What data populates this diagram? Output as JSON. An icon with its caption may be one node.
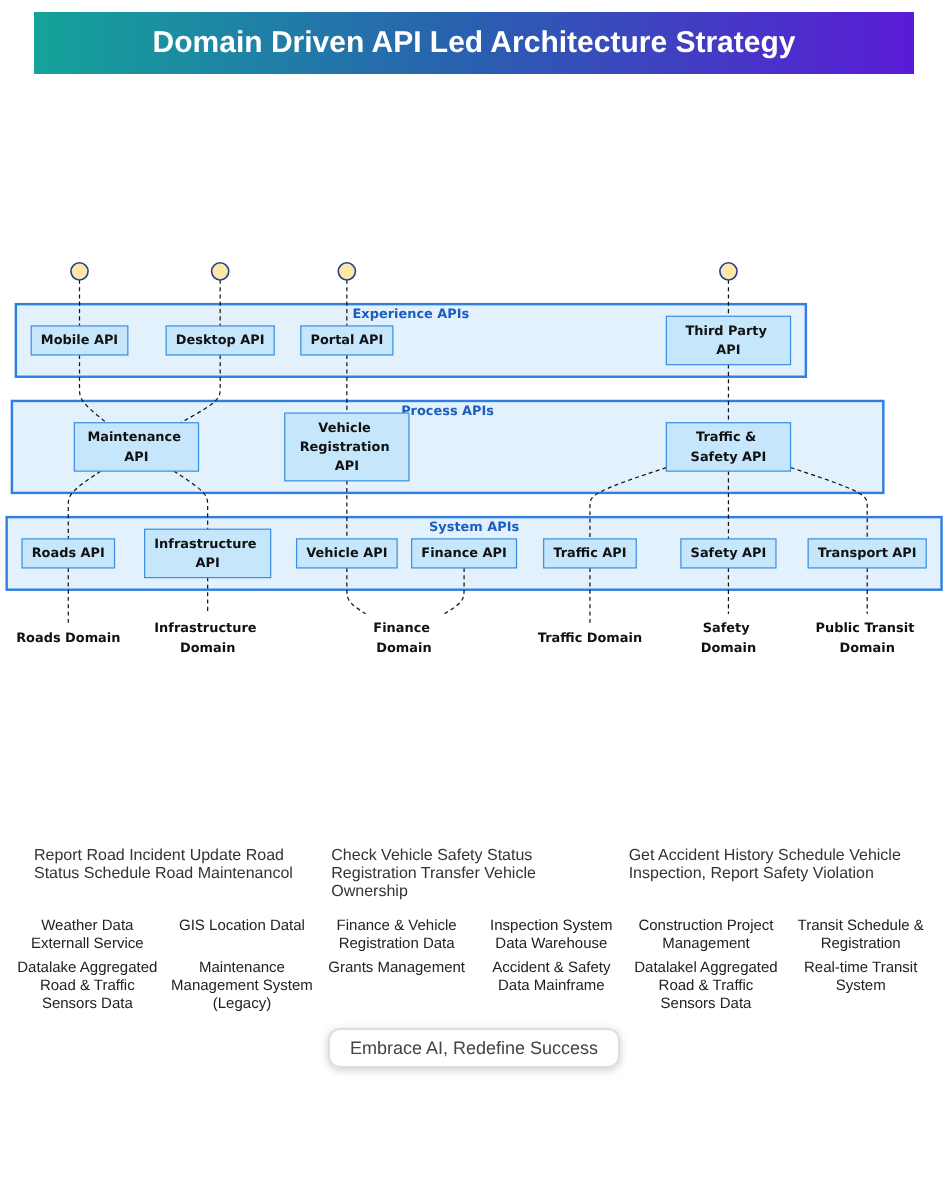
{
  "diagram": {
    "title": "Domain Driven API Led Architecture Strategy",
    "nodes": [
      {
        "text": [],
        "shape": "picture"
      },
      {
        "text": [],
        "shape": "picture"
      },
      {
        "text": [],
        "shape": "picture"
      },
      {
        "text": [],
        "shape": "picture"
      },
      {
        "text": [
          "Experience APIs"
        ]
      },
      {
        "text": [
          "Mobile API"
        ],
        "in": 4
      },
      {
        "text": [
          "Desktop API"
        ],
        "in": 4
      },
      {
        "text": [
          "Portal API"
        ],
        "in": 4
      },
      {
        "text": [
          "Third Party API"
        ],
        "in": 4
      },
      {
        "text": [
          "Process APIs"
        ]
      },
      {
        "text": [
          "Maintenance API"
        ],
        "in": 9
      },
      {
        "text": [
          "Vehicle Registration API"
        ],
        "in": 9
      },
      {
        "text": [
          "Traffic & Safety API"
        ],
        "in": 9
      },
      {
        "text": [
          "System APIs"
        ]
      },
      {
        "text": [
          "Traffic API"
        ],
        "in": 13
      },
      {
        "text": [
          "Roads API"
        ],
        "in": 13
      },
      {
        "text": [
          "Vehicle API"
        ],
        "in": 13
      },
      {
        "text": [
          "Finance API"
        ],
        "in": 13
      },
      {
        "text": [
          "Safety API"
        ],
        "in": 13
      },
      {
        "text": [
          "Infrastructure API"
        ],
        "in": 13
      },
      {
        "text": [
          "Transport API"
        ],
        "in": 13
      },
      {
        "text": [
          "Traffic Domain"
        ]
      },
      {
        "text": [
          "Roads Domain"
        ]
      },
      {
        "text": [
          "Finance Domain"
        ]
      },
      {
        "text": [
          "Safety Domain"
        ]
      },
      {
        "text": [
          "Infrastructure Domain"
        ]
      },
      {
        "text": [
          "Public Transit Domain"
        ]
      }
    ],
    "edges": [
      {
        "from": 0,
        "to": 5,
        "arrow": "none",
        "style": "dashed"
      },
      {
        "from": 1,
        "to": 6,
        "arrow": "none",
        "style": "dashed"
      },
      {
        "from": 2,
        "to": 7,
        "arrow": "none",
        "style": "dashed"
      },
      {
        "from": 3,
        "to": 8,
        "arrow": "none",
        "style": "dashed"
      },
      {
        "from": 5,
        "to": 10,
        "arrow": "none",
        "style": "dashed"
      },
      {
        "from": 6,
        "to": 10,
        "arrow": "none",
        "style": "dashed"
      },
      {
        "from": 7,
        "to": 11,
        "arrow": "none",
        "style": "dashed"
      },
      {
        "from": 8,
        "to": 12,
        "arrow": "none",
        "style": "dashed"
      },
      {
        "from": 10,
        "to": 15,
        "arrow": "none",
        "style": "dashed"
      },
      {
        "from": 10,
        "to": 19,
        "arrow": "none",
        "style": "dashed"
      },
      {
        "from": 11,
        "to": 16,
        "arrow": "none",
        "style": "dashed"
      },
      {
        "from": 12,
        "to": 14,
        "arrow": "none",
        "style": "dashed"
      },
      {
        "from": 12,
        "to": 18,
        "arrow": "none",
        "style": "dashed"
      },
      {
        "from": 12,
        "to": 20,
        "arrow": "none",
        "style": "dashed"
      },
      {
        "from": 14,
        "to": 21,
        "arrow": "none",
        "style": "dashed"
      },
      {
        "from": 15,
        "to": 22,
        "arrow": "none",
        "style": "dashed"
      },
      {
        "from": 16,
        "to": 23,
        "arrow": "none",
        "style": "dashed"
      },
      {
        "from": 17,
        "to": 23,
        "arrow": "none",
        "style": "dashed"
      },
      {
        "from": 18,
        "to": 24,
        "arrow": "none",
        "style": "dashed"
      },
      {
        "from": 19,
        "to": 25,
        "arrow": "none",
        "style": "dashed"
      },
      {
        "from": 20,
        "to": 26,
        "arrow": "none",
        "style": "dashed"
      }
    ],
    "labels": [
      "Report Road Incident Update Road Status Schedule Road Maintenancol",
      "Check Vehicle Safety Status Registration Transfer Vehicle Ownership",
      "Get Accident History Schedule Vehicle Inspection, Report Safety Violation",
      "Weather Data Externall Service",
      "GIS Location Datal",
      "Finance & Vehicle Registration Data",
      "Inspection System Data Warehouse",
      "Construction Project Management",
      "Transit Schedule & Registration",
      "Datalake Aggregated Road & Traffic Sensors Data",
      "Maintenance Management System (Legacy)",
      "Grants Management",
      "Accident & Safety Data Mainframe",
      "Datalakel Aggregated Road & Traffic Sensors Data",
      "Real-time Transit System",
      "Embrace AI, Redefine Success"
    ]
  }
}
